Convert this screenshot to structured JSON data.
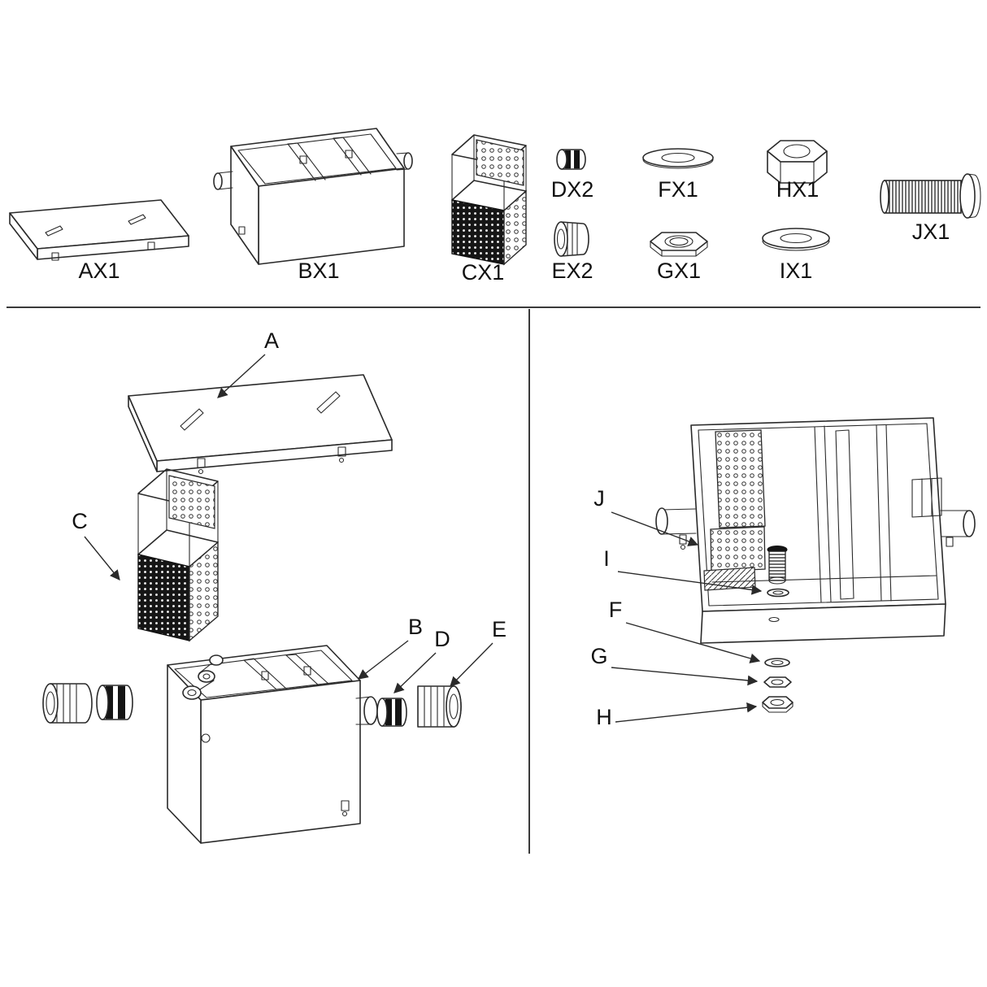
{
  "diagram_type": "exploded-parts-diagram",
  "colors": {
    "ink": "#2a2a2a",
    "text": "#111111",
    "background": "#ffffff"
  },
  "parts_list": [
    {
      "label": "AX1"
    },
    {
      "label": "BX1"
    },
    {
      "label": "CX1"
    },
    {
      "label": "DX2"
    },
    {
      "label": "EX2"
    },
    {
      "label": "FX1"
    },
    {
      "label": "GX1"
    },
    {
      "label": "HX1"
    },
    {
      "label": "IX1"
    },
    {
      "label": "JX1"
    }
  ],
  "callouts_exploded": [
    {
      "label": "A"
    },
    {
      "label": "C"
    },
    {
      "label": "B"
    },
    {
      "label": "D"
    },
    {
      "label": "E"
    }
  ],
  "callouts_assembled": [
    {
      "label": "J"
    },
    {
      "label": "I"
    },
    {
      "label": "F"
    },
    {
      "label": "G"
    },
    {
      "label": "H"
    }
  ]
}
